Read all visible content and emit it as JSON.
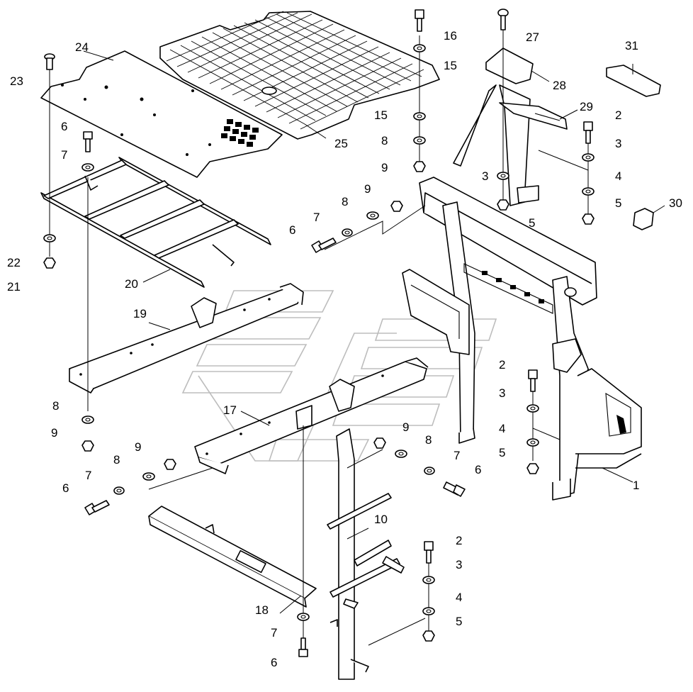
{
  "diagram": {
    "callouts": [
      {
        "id": "c1",
        "label": "1"
      },
      {
        "id": "c2a",
        "label": "2"
      },
      {
        "id": "c2b",
        "label": "2"
      },
      {
        "id": "c2c",
        "label": "2"
      },
      {
        "id": "c3a",
        "label": "3"
      },
      {
        "id": "c3b",
        "label": "3"
      },
      {
        "id": "c3c",
        "label": "3"
      },
      {
        "id": "c3d",
        "label": "3"
      },
      {
        "id": "c4a",
        "label": "4"
      },
      {
        "id": "c4b",
        "label": "4"
      },
      {
        "id": "c4c",
        "label": "4"
      },
      {
        "id": "c5a",
        "label": "5"
      },
      {
        "id": "c5b",
        "label": "5"
      },
      {
        "id": "c5c",
        "label": "5"
      },
      {
        "id": "c5d",
        "label": "5"
      },
      {
        "id": "c6a",
        "label": "6"
      },
      {
        "id": "c6b",
        "label": "6"
      },
      {
        "id": "c6c",
        "label": "6"
      },
      {
        "id": "c6d",
        "label": "6"
      },
      {
        "id": "c6e",
        "label": "6"
      },
      {
        "id": "c7a",
        "label": "7"
      },
      {
        "id": "c7b",
        "label": "7"
      },
      {
        "id": "c7c",
        "label": "7"
      },
      {
        "id": "c7d",
        "label": "7"
      },
      {
        "id": "c7e",
        "label": "7"
      },
      {
        "id": "c8a",
        "label": "8"
      },
      {
        "id": "c8b",
        "label": "8"
      },
      {
        "id": "c8c",
        "label": "8"
      },
      {
        "id": "c8d",
        "label": "8"
      },
      {
        "id": "c8e",
        "label": "8"
      },
      {
        "id": "c9a",
        "label": "9"
      },
      {
        "id": "c9b",
        "label": "9"
      },
      {
        "id": "c9c",
        "label": "9"
      },
      {
        "id": "c9d",
        "label": "9"
      },
      {
        "id": "c9e",
        "label": "9"
      },
      {
        "id": "c10",
        "label": "10"
      },
      {
        "id": "c15a",
        "label": "15"
      },
      {
        "id": "c15b",
        "label": "15"
      },
      {
        "id": "c16",
        "label": "16"
      },
      {
        "id": "c17",
        "label": "17"
      },
      {
        "id": "c18",
        "label": "18"
      },
      {
        "id": "c19",
        "label": "19"
      },
      {
        "id": "c20",
        "label": "20"
      },
      {
        "id": "c21",
        "label": "21"
      },
      {
        "id": "c22",
        "label": "22"
      },
      {
        "id": "c23",
        "label": "23"
      },
      {
        "id": "c24",
        "label": "24"
      },
      {
        "id": "c25",
        "label": "25"
      },
      {
        "id": "c27",
        "label": "27"
      },
      {
        "id": "c28",
        "label": "28"
      },
      {
        "id": "c29",
        "label": "29"
      },
      {
        "id": "c30",
        "label": "30"
      },
      {
        "id": "c31",
        "label": "31"
      }
    ]
  }
}
